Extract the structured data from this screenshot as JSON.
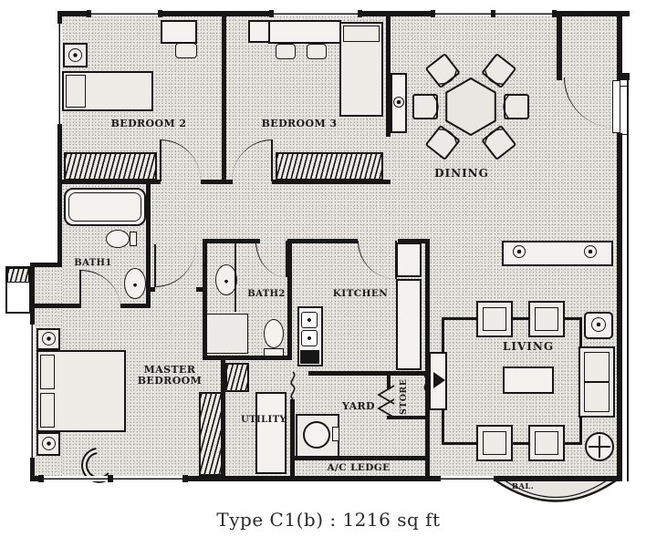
{
  "caption": "Type C1(b) : 1216 sq ft",
  "rooms": {
    "bedroom2": "BEDROOM 2",
    "bedroom3": "BEDROOM 3",
    "dining": "DINING",
    "bath1": "BATH1",
    "bath2": "BATH2",
    "kitchen": "KITCHEN",
    "master_bedroom": "MASTER BEDROOM",
    "utility": "UTILITY",
    "yard": "YARD",
    "store": "STORE",
    "living": "LIVING",
    "ac_ledge": "A/C LEDGE",
    "balcony": "BAL."
  },
  "colors": {
    "wall": "#161616",
    "floor": "#e7e5e0",
    "paper": "#ffffff"
  }
}
